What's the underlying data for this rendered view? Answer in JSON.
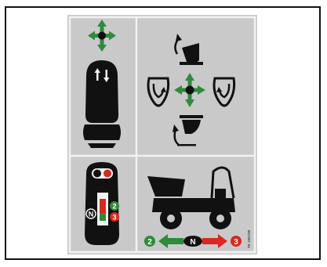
{
  "decal": {
    "colors": {
      "background": "#c9c9c9",
      "panel_border": "#f2f2f2",
      "symbol": "#111111",
      "arrow_green": "#2e8b3a",
      "arrow_red": "#d8281f",
      "badge_text": "#ffffff"
    },
    "panels": [
      {
        "name": "joystick-direction",
        "icons": [
          "four-way-arrow-icon",
          "seat-backrest-icon",
          "updown-arrows-icon"
        ]
      },
      {
        "name": "skip-control",
        "icons": [
          "skip-rotate-up-icon",
          "four-way-arrow-icon",
          "rotate-left-icon",
          "rotate-right-icon",
          "skip-rotate-down-icon"
        ]
      },
      {
        "name": "gear-selector",
        "icons": [
          "joystick-handle-icon",
          "toggle-switch-icon",
          "neutral-badge-icon",
          "gear-2-badge-icon",
          "gear-3-badge-icon"
        ]
      },
      {
        "name": "dumper-direction",
        "icons": [
          "site-dumper-icon",
          "gear-2-badge-icon",
          "left-arrow-icon",
          "neutral-badge-icon",
          "right-arrow-icon",
          "gear-3-badge-icon"
        ]
      }
    ],
    "gear_labels": {
      "neutral": "N",
      "gear_2": "2",
      "gear_3": "3"
    },
    "part_number": "TE 1001/80"
  }
}
